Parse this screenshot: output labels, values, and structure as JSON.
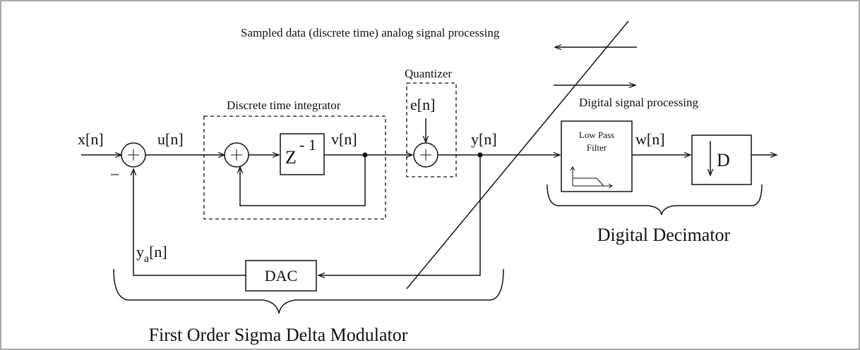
{
  "labels": {
    "analog_region": "Sampled data (discrete time) analog signal processing",
    "digital_region": "Digital signal processing",
    "quantizer": "Quantizer",
    "integrator": "Discrete time integrator",
    "x": "x[n]",
    "u": "u[n]",
    "v": "v[n]",
    "e": "e[n]",
    "y": "y[n]",
    "w": "w[n]",
    "ya_main": "y",
    "ya_sub": "a",
    "ya_tail": "[n]",
    "minus": "–",
    "delay_z": "Z",
    "delay_exp": "- 1",
    "dac": "DAC",
    "lpf_line1": "Low Pass",
    "lpf_line2": "Filter",
    "decimate_d": "D",
    "digital_decimator": "Digital Decimator",
    "modulator": "First Order Sigma Delta Modulator"
  }
}
